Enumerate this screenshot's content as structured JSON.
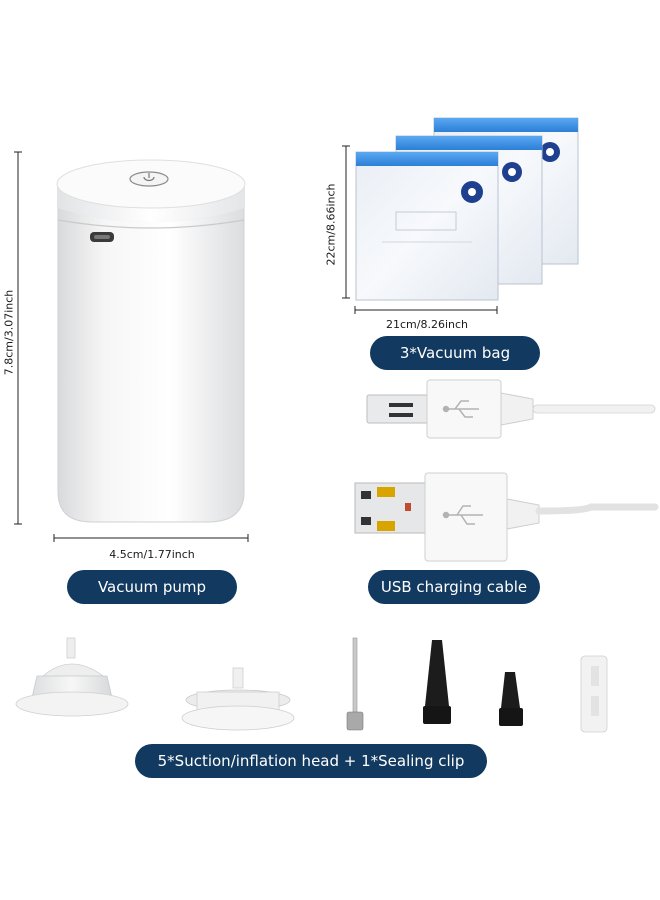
{
  "labels": {
    "vacuum_bag": "3*Vacuum bag",
    "vacuum_pump": "Vacuum pump",
    "usb_cable": "USB charging cable",
    "accessories": "5*Suction/inflation head + 1*Sealing clip"
  },
  "dimensions": {
    "pump_height": "7.8cm/3.07inch",
    "pump_width": "4.5cm/1.77inch",
    "bag_height": "22cm/8.66inch",
    "bag_width": "21cm/8.26inch"
  },
  "colors": {
    "pill_bg": "#12395f",
    "pill_text": "#ffffff",
    "bag_zip": "#3a8fe0",
    "valve": "#1f3f8f",
    "accessory_dark": "#1c1c1c"
  },
  "icons": [
    "power-icon",
    "usb-port-icon",
    "usb-trident-icon"
  ]
}
